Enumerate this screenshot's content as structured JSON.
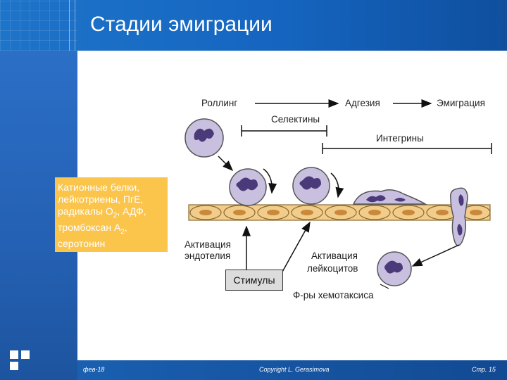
{
  "slide": {
    "title": "Стадии эмиграции",
    "date": "фев-18",
    "copyright": "Copyright L. Gerasimova",
    "page": "Стр. 15"
  },
  "diagram": {
    "stages": {
      "rolling": "Роллинг",
      "adhesion": "Адгезия",
      "emigration": "Эмиграция"
    },
    "selectins": "Селектины",
    "integrins": "Интегрины",
    "endothelium_activation_1": "Активация",
    "endothelium_activation_2": "эндотелия",
    "leukocyte_activation_1": "Активация",
    "leukocyte_activation_2": "лейкоцитов",
    "stimuli": "Стимулы",
    "chemotaxis": "Ф-ры хемотаксиса"
  },
  "sidebox": {
    "line1": "Катионные белки,",
    "line2": "лейкотриены, ПгЕ,",
    "line3a": "радикалы О",
    "line3sub": "2",
    "line3b": ", АДФ,",
    "line4a": "тромбоксан А",
    "line4sub": "2",
    "line4b": ",",
    "line5": "серотонин"
  },
  "colors": {
    "header_blue": "#1565c0",
    "sidebox_yellow": "#fbc44a",
    "endothelium": "#f2cc8a",
    "cell_fill": "#c9c0e0",
    "nucleus": "#4a3a7a"
  }
}
